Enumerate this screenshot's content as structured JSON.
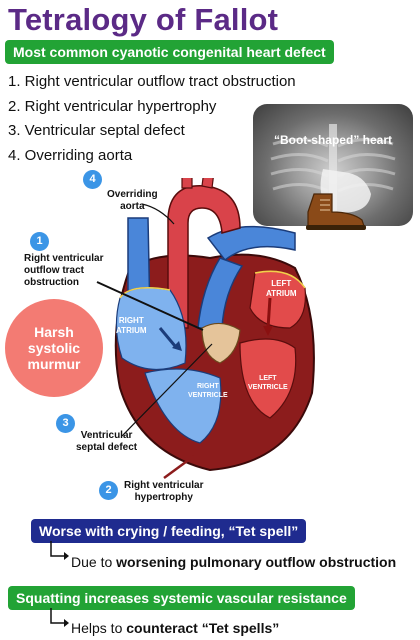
{
  "title": "Tetralogy of Fallot",
  "banner_top": "Most common cyanotic congenital heart defect",
  "list": [
    "1. Right ventricular outflow tract obstruction",
    "2. Right ventricular hypertrophy",
    "3. Ventricular septal defect",
    "4. Overriding aorta"
  ],
  "xray": {
    "label": "“Boot-shaped” heart",
    "boot_icon": "boot-icon"
  },
  "diagram": {
    "callouts": [
      {
        "num": "4",
        "text": [
          "Overriding",
          "aorta"
        ]
      },
      {
        "num": "1",
        "text": [
          "Right ventricular",
          "outflow tract",
          "obstruction"
        ]
      },
      {
        "num": "3",
        "text": [
          "Ventricular",
          "septal defect"
        ]
      },
      {
        "num": "2",
        "text": [
          "Right ventricular",
          "hypertrophy"
        ]
      }
    ],
    "chambers": {
      "right_atrium": [
        "RIGHT",
        "ATRIUM"
      ],
      "right_ventricle": [
        "RIGHT",
        "VENTRICLE"
      ],
      "left_atrium": [
        "LEFT",
        "ATRIUM"
      ],
      "left_ventricle": [
        "LEFT",
        "VENTRICLE"
      ]
    },
    "murmur": [
      "Harsh",
      "systolic",
      "murmur"
    ]
  },
  "banner_worse": "Worse with crying / feeding, “Tet spell”",
  "due_to": {
    "prefix": "Due to ",
    "bold": "worsening pulmonary outflow obstruction"
  },
  "banner_squat": "Squatting increases systemic vascular resistance",
  "helps": {
    "prefix": "Helps to ",
    "bold": "counteract “Tet spells”"
  },
  "colors": {
    "title": "#5b2a86",
    "green": "#22a335",
    "navy": "#1f2b8f",
    "badge": "#3b95e6",
    "murmur": "#f37b73",
    "deoxygenated": "#4a86d9",
    "oxygenated": "#e24b4b"
  }
}
